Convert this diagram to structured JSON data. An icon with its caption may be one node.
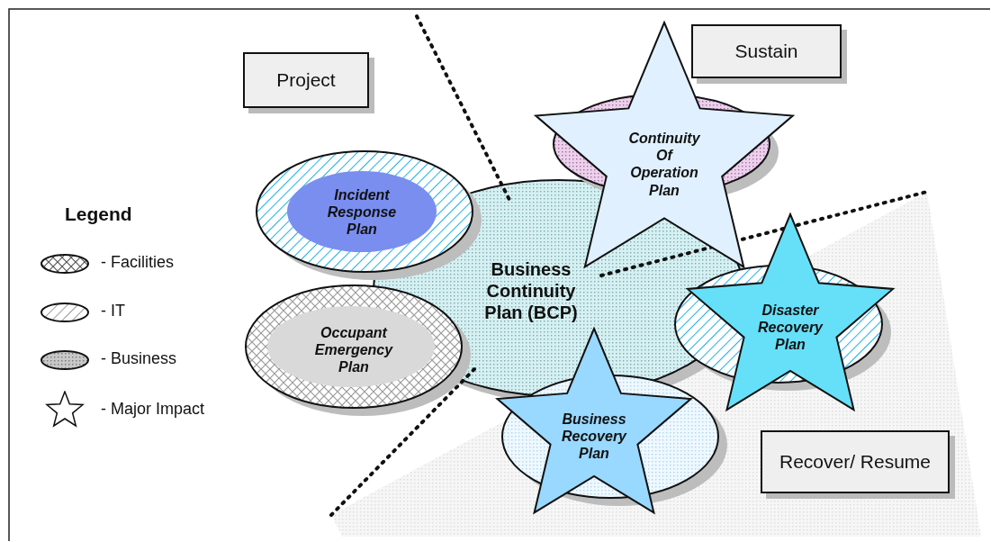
{
  "diagram": {
    "nodes": [
      {
        "text": [
          "Project"
        ]
      },
      {
        "text": [
          "Sustain"
        ]
      },
      {
        "text": [
          "Continuity Of Operation Plan"
        ]
      },
      {
        "text": [
          "Incident Response Plan"
        ]
      },
      {
        "text": [
          "Business Continuity Plan (BCP)"
        ]
      },
      {
        "text": [
          "Disaster Recovery Plan"
        ]
      },
      {
        "text": [
          "Occupant Emergency Plan"
        ]
      },
      {
        "text": [
          "Business Recovery Plan"
        ]
      },
      {
        "text": [
          "Recover/ Resume"
        ]
      }
    ],
    "labels": [
      "Legend"
    ],
    "legend": [
      {
        "text": "- Facilities"
      },
      {
        "text": "- IT"
      },
      {
        "text": "- Business"
      },
      {
        "text": "- Major Impact"
      }
    ]
  }
}
